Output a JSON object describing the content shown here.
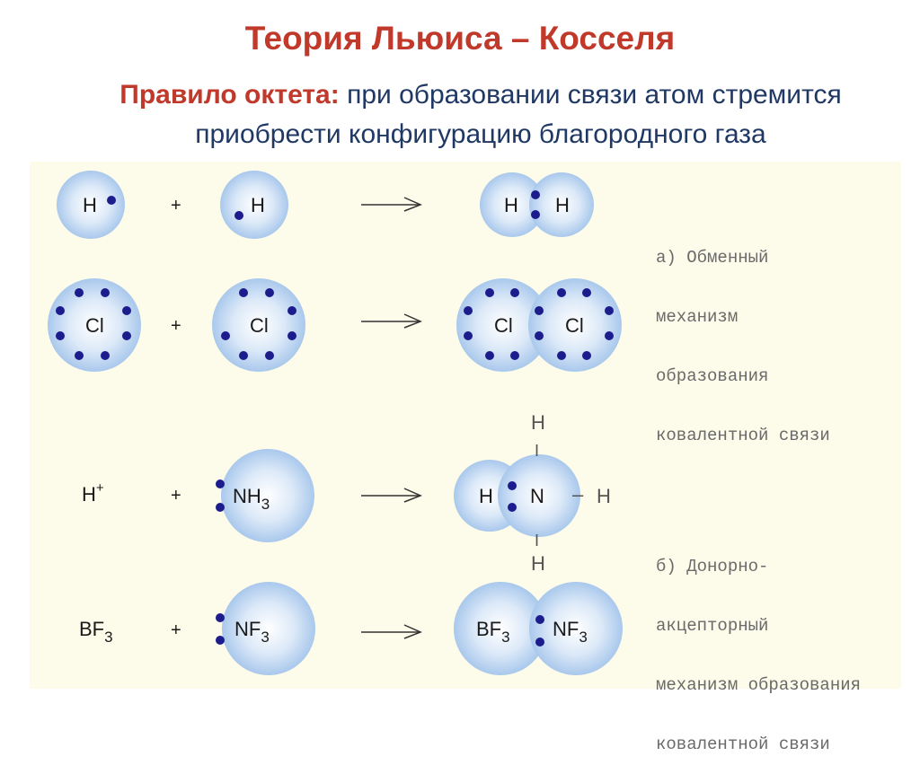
{
  "title": "Теория Льюиса – Косселя",
  "rule": {
    "label": "Правило октета:",
    "text_line1": "при образовании связи атом стремится",
    "text_line2": "приобрести конфигурацию благородного газа"
  },
  "colors": {
    "title": "#c0392b",
    "subtitle": "#1f3864",
    "electron": "#1c1c8c",
    "cloud": "#bcd6f2",
    "panel": "#fdfbe9"
  },
  "reactions": {
    "r1": {
      "a": "H",
      "b": "H",
      "p1": "H",
      "p2": "H"
    },
    "r2": {
      "a": "Cl",
      "b": "Cl",
      "p1": "Cl",
      "p2": "Cl"
    },
    "r3": {
      "a": "H",
      "a_sup": "+",
      "b": "NH",
      "b_sub": "3",
      "p_center": "N",
      "p_left": "H",
      "p_top": "H",
      "p_bottom": "H",
      "p_right": "H",
      "bond_v": "I",
      "bond_h": "–"
    },
    "r4": {
      "a": "BF",
      "a_sub": "3",
      "b": "NF",
      "b_sub": "3",
      "p1": "BF",
      "p1_sub": "3",
      "p2": "NF",
      "p2_sub": "3"
    },
    "plus": "+"
  },
  "notes": {
    "exchange": [
      "а) Обменный",
      "механизм",
      "образования",
      "ковалентной связи"
    ],
    "donor": [
      "б) Донорно-",
      "акцепторный",
      "механизм образования",
      "ковалентной связи"
    ]
  }
}
